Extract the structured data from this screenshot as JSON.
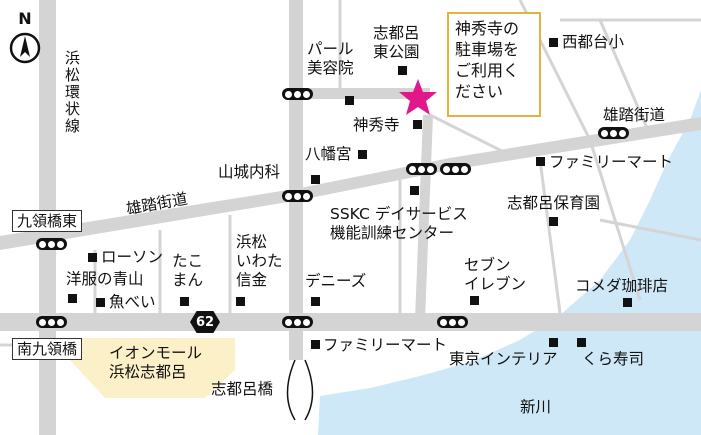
{
  "map": {
    "colors": {
      "river": "#cfe8f7",
      "road": "#d4d4d4",
      "aeon_area": "#fcf0c8",
      "star": "#e0188a",
      "callout_border": "#e3b341",
      "signal": "#111111"
    },
    "compass": {
      "letter": "N"
    },
    "labels": {
      "hamamatsu_kanjosen": "浜松環状線",
      "kuryo_bashi_higashi": "九領橋東",
      "minami_kuryo_bashi": "南九領橋",
      "yuto_kaido_west": "雄踏街道",
      "yuto_kaido_east": "雄踏街道",
      "pearl_biyoin": "パール\n美容院",
      "shitoro_higashi_koen": "志都呂\n東公園",
      "jinshuji": "神秀寺",
      "nishi_todai_elementary": "西都台小",
      "hachimangu": "八幡宮",
      "yamashiro_naika": "山城内科",
      "family_mart_north": "ファミリーマート",
      "ssk_day_service": "SSKC デイサービス\n機能訓練センター",
      "shitoro_hoikuen": "志都呂保育園",
      "lawson": "ローソン",
      "yofuku_no_aoyama": "洋服の青山",
      "uobei": "魚べい",
      "takoman": "たこ\nまん",
      "hamamatsu_iwata_shinkin": "浜松\nいわた\n信金",
      "dennys": "デニーズ",
      "seven_eleven": "セブン\nイレブン",
      "komeda": "コメダ珈琲店",
      "route_number": "62",
      "aeon_mall": "イオンモール\n浜松志都呂",
      "family_mart_south": "ファミリーマート",
      "tokyo_interior": "東京インテリア",
      "kura_sushi": "くら寿司",
      "shitoro_bashi": "志都呂橋",
      "shinkawa": "新川"
    },
    "callout": {
      "text": "神秀寺の\n駐車場を\nご利用く\nださい"
    }
  }
}
